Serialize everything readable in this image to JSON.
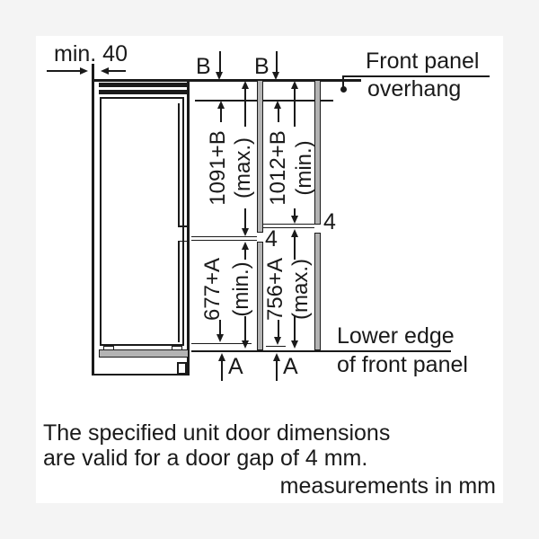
{
  "diagram": {
    "top_clearance_label": "min. 40",
    "dim_letter_top": "B",
    "dim_letter_bottom": "A",
    "door_gap_value": "4",
    "overhang_label": {
      "line1": "Front panel",
      "line2": "overhang"
    },
    "lower_edge_label": {
      "line1": "Lower edge",
      "line2": "of front panel"
    },
    "dimensions": {
      "upper_door_max": {
        "value": "1091+B",
        "suffix": "(max.)"
      },
      "upper_door_min": {
        "value": "1012+B",
        "suffix": "(min.)"
      },
      "lower_door_min": {
        "value": "677+A",
        "suffix": "(min.)"
      },
      "lower_door_max": {
        "value": "756+A",
        "suffix": "(max.)"
      }
    }
  },
  "notes": {
    "line1": "The specified unit door dimensions",
    "line2": "are valid for a door gap of 4 mm.",
    "units": "measurements in mm"
  },
  "colors": {
    "background": "#f4f4f4",
    "canvas": "#ffffff",
    "line": "#1a1a1a",
    "panel_fill": "#b3b3b3"
  }
}
